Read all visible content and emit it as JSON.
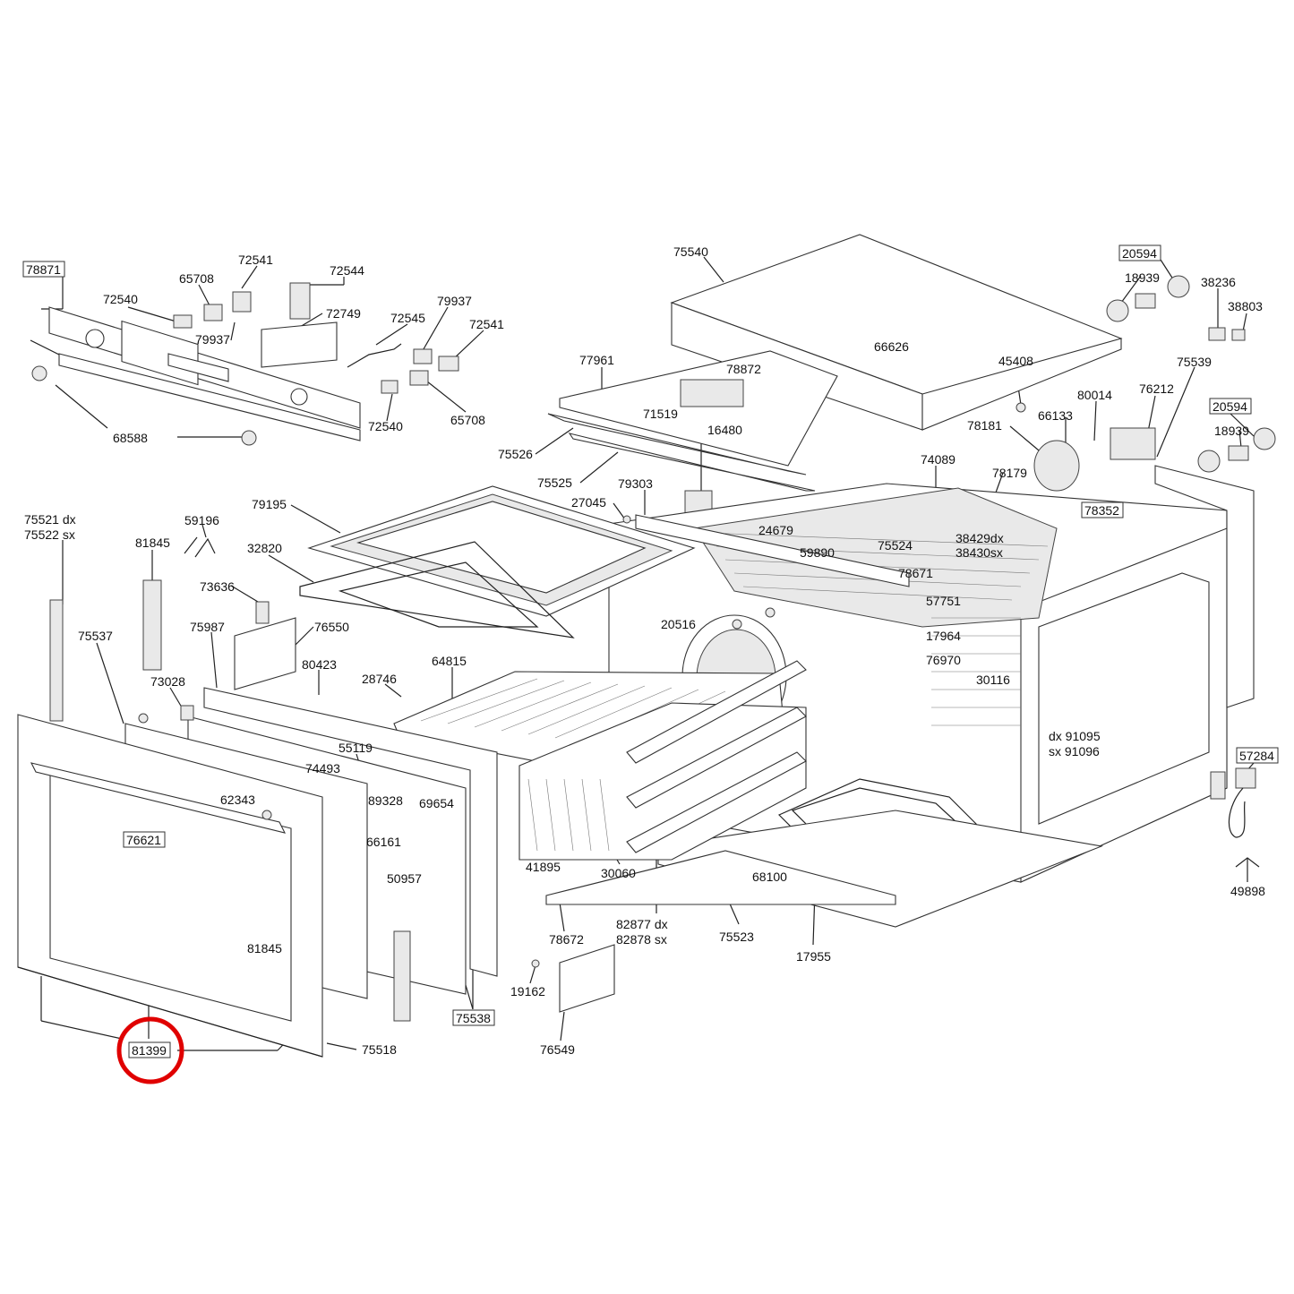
{
  "highlight": {
    "part": "81399",
    "color": "#e00000"
  },
  "labels": [
    {
      "id": "78871",
      "boxed": true
    },
    {
      "id": "72541"
    },
    {
      "id": "72544"
    },
    {
      "id": "65708"
    },
    {
      "id": "72540"
    },
    {
      "id": "72749"
    },
    {
      "id": "79937"
    },
    {
      "id": "72545"
    },
    {
      "id": "79937"
    },
    {
      "id": "72541"
    },
    {
      "id": "72540"
    },
    {
      "id": "65708"
    },
    {
      "id": "68588"
    },
    {
      "id": "75540"
    },
    {
      "id": "20594",
      "boxed": true
    },
    {
      "id": "18939"
    },
    {
      "id": "38236"
    },
    {
      "id": "38803"
    },
    {
      "id": "66626"
    },
    {
      "id": "45408"
    },
    {
      "id": "75539"
    },
    {
      "id": "77961"
    },
    {
      "id": "78872"
    },
    {
      "id": "80014"
    },
    {
      "id": "76212"
    },
    {
      "id": "71519"
    },
    {
      "id": "66133"
    },
    {
      "id": "20594",
      "boxed": true
    },
    {
      "id": "18939"
    },
    {
      "id": "78181"
    },
    {
      "id": "16480"
    },
    {
      "id": "75526"
    },
    {
      "id": "74089"
    },
    {
      "id": "78179"
    },
    {
      "id": "75525"
    },
    {
      "id": "79303"
    },
    {
      "id": "27045"
    },
    {
      "id": "79195"
    },
    {
      "id": "78352",
      "boxed": true
    },
    {
      "id": "75521 dx"
    },
    {
      "id": "75522 sx"
    },
    {
      "id": "59196"
    },
    {
      "id": "24679"
    },
    {
      "id": "75524"
    },
    {
      "id": "38429dx"
    },
    {
      "id": "38430sx"
    },
    {
      "id": "81845"
    },
    {
      "id": "32820"
    },
    {
      "id": "59890"
    },
    {
      "id": "78671"
    },
    {
      "id": "73636"
    },
    {
      "id": "57751"
    },
    {
      "id": "20516"
    },
    {
      "id": "76550"
    },
    {
      "id": "75987"
    },
    {
      "id": "75537"
    },
    {
      "id": "17964"
    },
    {
      "id": "76970"
    },
    {
      "id": "80423"
    },
    {
      "id": "64815"
    },
    {
      "id": "30116"
    },
    {
      "id": "73028"
    },
    {
      "id": "28746"
    },
    {
      "id": "dx 91095"
    },
    {
      "id": "sx 91096"
    },
    {
      "id": "55119"
    },
    {
      "id": "57284",
      "boxed": true
    },
    {
      "id": "74493"
    },
    {
      "id": "89328"
    },
    {
      "id": "62343"
    },
    {
      "id": "69654"
    },
    {
      "id": "76621",
      "boxed": true
    },
    {
      "id": "66161"
    },
    {
      "id": "41895"
    },
    {
      "id": "30060"
    },
    {
      "id": "68100"
    },
    {
      "id": "50957"
    },
    {
      "id": "49898"
    },
    {
      "id": "82877 dx"
    },
    {
      "id": "82878 sx"
    },
    {
      "id": "81845"
    },
    {
      "id": "78672"
    },
    {
      "id": "75523"
    },
    {
      "id": "17955"
    },
    {
      "id": "19162"
    },
    {
      "id": "75538",
      "boxed": true
    },
    {
      "id": "81399",
      "boxed": true
    },
    {
      "id": "75518"
    },
    {
      "id": "76549"
    }
  ]
}
